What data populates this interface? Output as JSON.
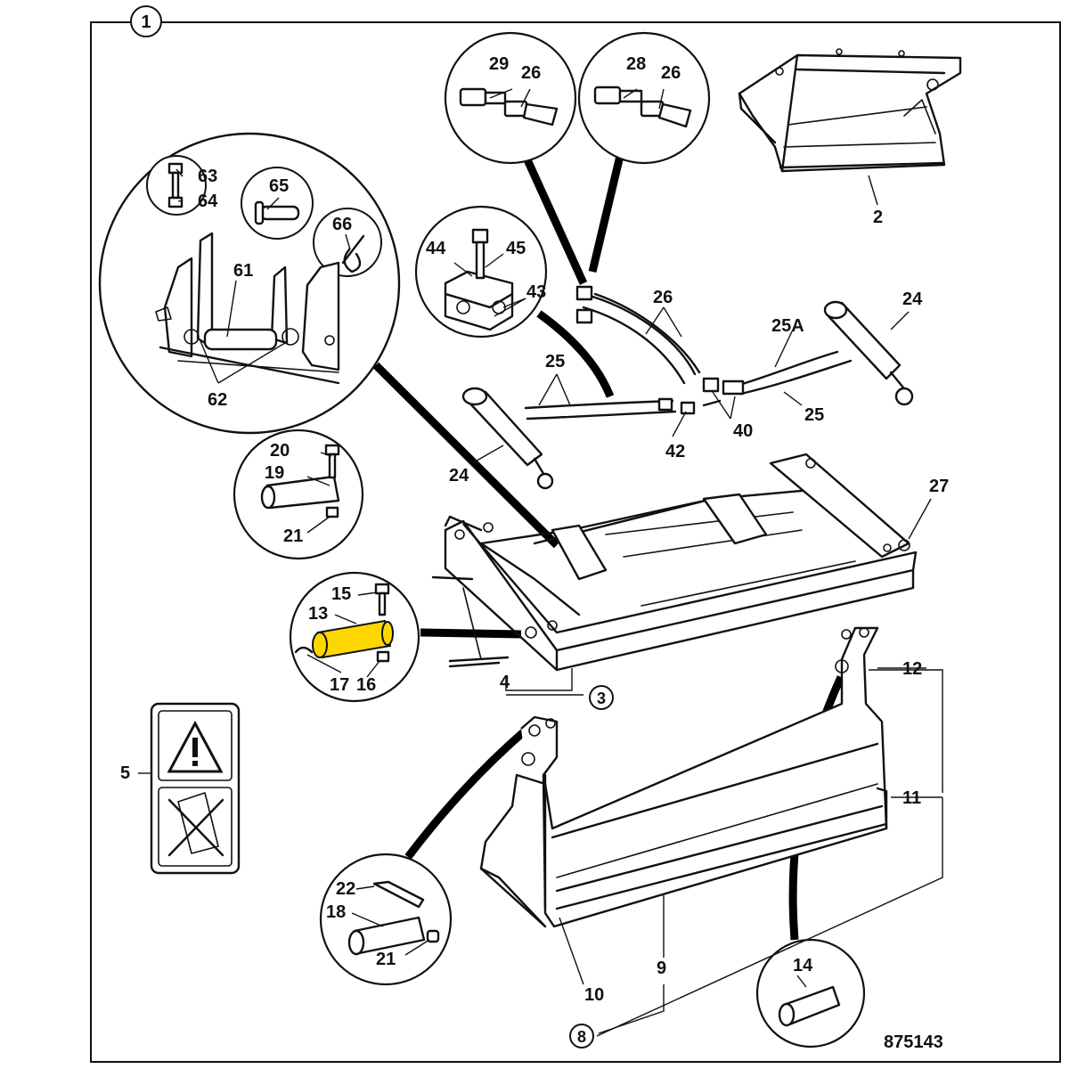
{
  "drawing_number": "875143",
  "colors": {
    "line": "#111111",
    "highlight": "#ffd700",
    "background": "#ffffff",
    "panel_shade": "#e9e9e9"
  },
  "circled_labels": {
    "main": "1",
    "assembly_a": "3",
    "assembly_b": "8"
  },
  "callouts": {
    "c2": "2",
    "c4": "4",
    "c5": "5",
    "c9": "9",
    "c10": "10",
    "c11": "11",
    "c12": "12",
    "c13": "13",
    "c14": "14",
    "c15": "15",
    "c16": "16",
    "c17": "17",
    "c18": "18",
    "c19": "19",
    "c20": "20",
    "c21a": "21",
    "c21b": "21",
    "c22": "22",
    "c24a": "24",
    "c24b": "24",
    "c25a": "25",
    "c25b": "25",
    "c25A": "25A",
    "c26a": "26",
    "c26b": "26",
    "c26c": "26",
    "c27": "27",
    "c28": "28",
    "c29": "29",
    "c40": "40",
    "c42": "42",
    "c43": "43",
    "c44": "44",
    "c45": "45",
    "c61": "61",
    "c62": "62",
    "c63": "63",
    "c64": "64",
    "c65": "65",
    "c66": "66"
  },
  "highlighted_part": "13",
  "icons": [
    "warning-triangle-icon",
    "no-phone-icon"
  ]
}
